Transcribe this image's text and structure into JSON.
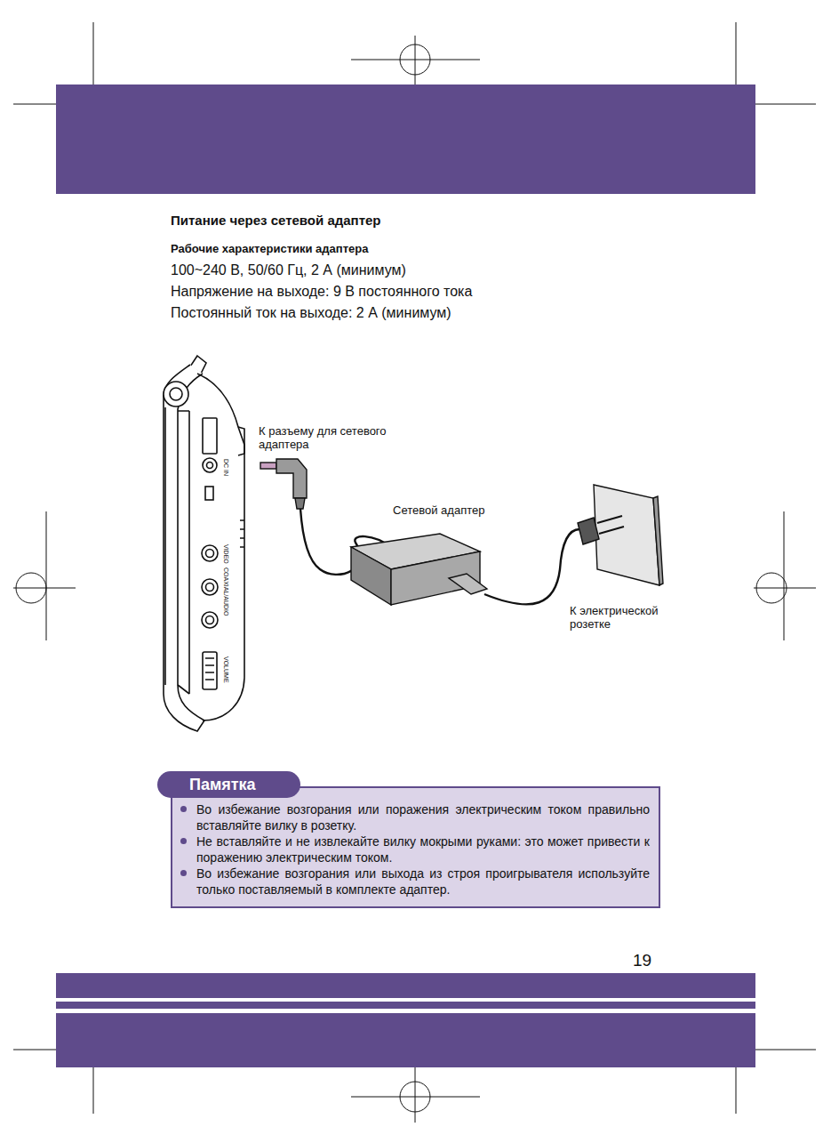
{
  "diagram": {
    "title": "Питание через сетевой адаптер",
    "nodes": [
      {
        "text": [
          "Памятка",
          "Во избежание возгорания или поражения электрическим током правильно вставляйте вилку в розетку.",
          "Не вставляйте и не извлекайте вилку мокрыми руками: это может привести к поражению электрическим током.",
          "Во избежание возгорания или выхода из строя проигрывателя используйте только поставляемый в комплекте адаптер."
        ]
      }
    ],
    "labels": [
      "Рабочие характеристики адаптера",
      "100~240 В, 50/60 Гц, 2 А (минимум)",
      "Напряжение на выходе: 9 В постоянного тока",
      "Постоянный ток на выходе: 2 А (минимум)",
      "К разъему для сетевого адаптера",
      "Сетевой адаптер",
      "К электрической розетке",
      "19",
      "DC IN",
      "VIDEO",
      "COAXIAL/AUDIO",
      "VOLUME"
    ]
  }
}
